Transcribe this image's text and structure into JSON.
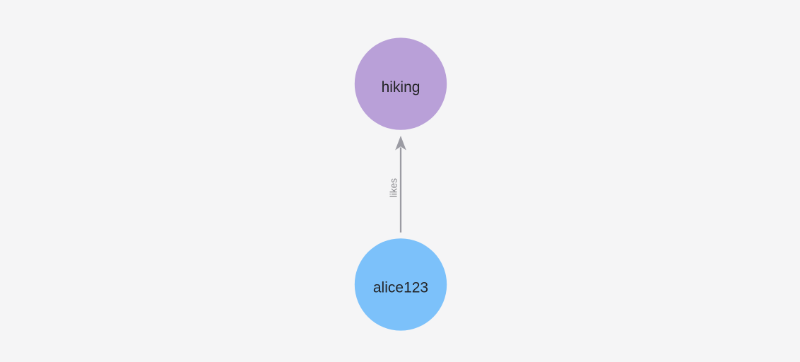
{
  "canvas": {
    "background": "#f5f5f6"
  },
  "graph": {
    "nodes": [
      {
        "label": "hiking",
        "color": "#b9a0d8",
        "label_color": "#232426"
      },
      {
        "label": "alice123",
        "color": "#7cc1fa",
        "label_color": "#232426"
      }
    ],
    "edges": [
      {
        "from": "alice123",
        "to": "hiking",
        "label": "likes",
        "color": "#9b9ba3",
        "label_color": "#85858a"
      }
    ]
  }
}
